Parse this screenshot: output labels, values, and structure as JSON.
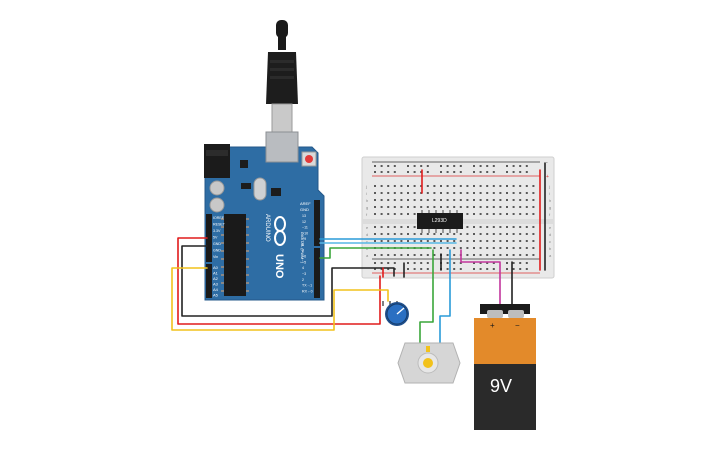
{
  "arduino": {
    "brand": "ARDUINO",
    "model": "UNO",
    "aref_label": "AREF",
    "gnd_label": "GND",
    "digital_label": "DIGITAL (PWM~)",
    "power_pins": [
      "IOREF",
      "RESET",
      "3.3V",
      "5V",
      "GND",
      "GND",
      "Vin"
    ],
    "analog_pins": [
      "A0",
      "A1",
      "A2",
      "A3",
      "A4",
      "A5"
    ],
    "digital_pins": [
      "13",
      "12",
      "~11",
      "~10",
      "~9",
      "8",
      "7",
      "~6",
      "~5",
      "4",
      "~3",
      "2",
      "TX→1",
      "RX←0"
    ]
  },
  "breadboard": {
    "top_row_letters": [
      "j",
      "i",
      "h",
      "g",
      "f"
    ],
    "bottom_row_letters": [
      "e",
      "d",
      "c",
      "b",
      "a"
    ],
    "plus": "+",
    "minus": "-"
  },
  "ic": {
    "label": "L293D"
  },
  "battery": {
    "voltage_label": "9V",
    "plus": "+",
    "minus": "−"
  },
  "colors": {
    "arduino_board": "#2e6da4",
    "breadboard": "#e9e9e9",
    "wire_red": "#e11c1c",
    "wire_black": "#222222",
    "wire_yellow": "#f2c21b",
    "wire_green": "#3aa63a",
    "wire_blue": "#2a9bd8",
    "wire_magenta": "#c2359c",
    "battery_orange": "#e38a2a"
  }
}
